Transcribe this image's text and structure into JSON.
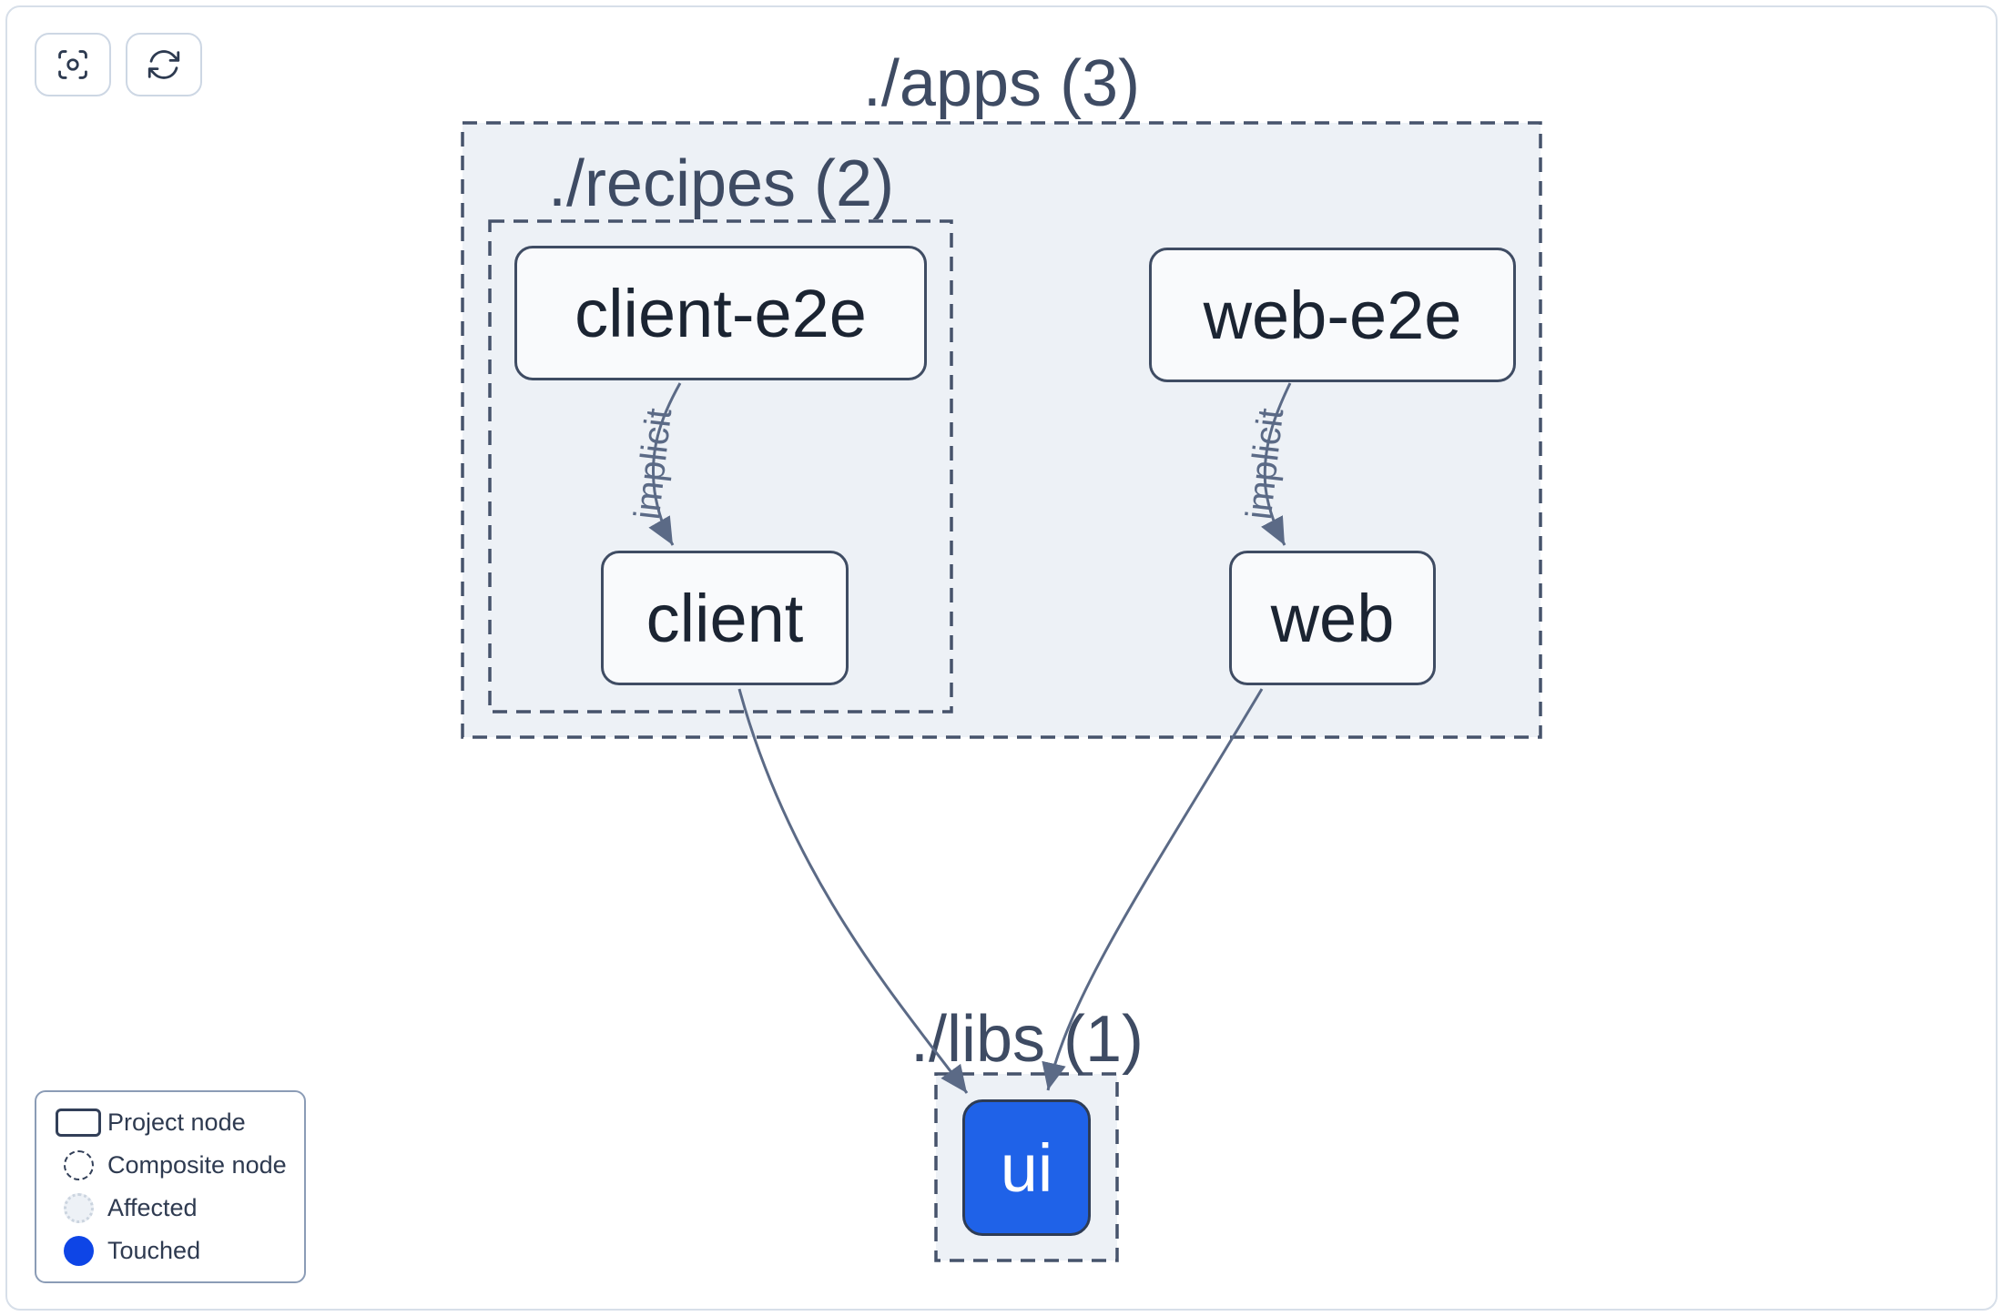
{
  "toolbar": {
    "buttons": [
      {
        "name": "focus",
        "icon": "viewfinder-icon"
      },
      {
        "name": "refresh",
        "icon": "refresh-icon"
      }
    ]
  },
  "graph": {
    "groups": [
      {
        "id": "apps",
        "label": "./apps (3)",
        "count": 3
      },
      {
        "id": "recipes",
        "label": "./recipes (2)",
        "count": 2
      },
      {
        "id": "libs",
        "label": "./libs (1)",
        "count": 1
      }
    ],
    "nodes": [
      {
        "id": "client-e2e",
        "label": "client-e2e",
        "type": "project",
        "state": "default",
        "group": "recipes"
      },
      {
        "id": "client",
        "label": "client",
        "type": "project",
        "state": "default",
        "group": "recipes"
      },
      {
        "id": "web-e2e",
        "label": "web-e2e",
        "type": "project",
        "state": "default",
        "group": "apps"
      },
      {
        "id": "web",
        "label": "web",
        "type": "project",
        "state": "default",
        "group": "apps"
      },
      {
        "id": "ui",
        "label": "ui",
        "type": "project",
        "state": "touched",
        "group": "libs"
      }
    ],
    "edges": [
      {
        "source": "client-e2e",
        "target": "client",
        "type": "implicit",
        "label": "implicit"
      },
      {
        "source": "web-e2e",
        "target": "web",
        "type": "implicit",
        "label": "implicit"
      },
      {
        "source": "client",
        "target": "ui",
        "type": "static",
        "label": ""
      },
      {
        "source": "web",
        "target": "ui",
        "type": "static",
        "label": ""
      }
    ]
  },
  "legend": {
    "items": [
      {
        "label": "Project node",
        "swatch": "project-node-outline"
      },
      {
        "label": "Composite node",
        "swatch": "dashed-circle"
      },
      {
        "label": "Affected",
        "swatch": "light-dotted-circle"
      },
      {
        "label": "Touched",
        "swatch": "blue-circle"
      }
    ]
  },
  "colors": {
    "touched_node_fill": "#1f62e8",
    "legend_touched_fill": "#0e45e6",
    "composite_fill": "#edf1f6",
    "composite_border": "#46536b",
    "node_border": "#3f4c63",
    "node_fill": "#f9fafc",
    "edge": "#5b6a86",
    "label_text": "#3e4b63",
    "node_text": "#1b2432"
  }
}
